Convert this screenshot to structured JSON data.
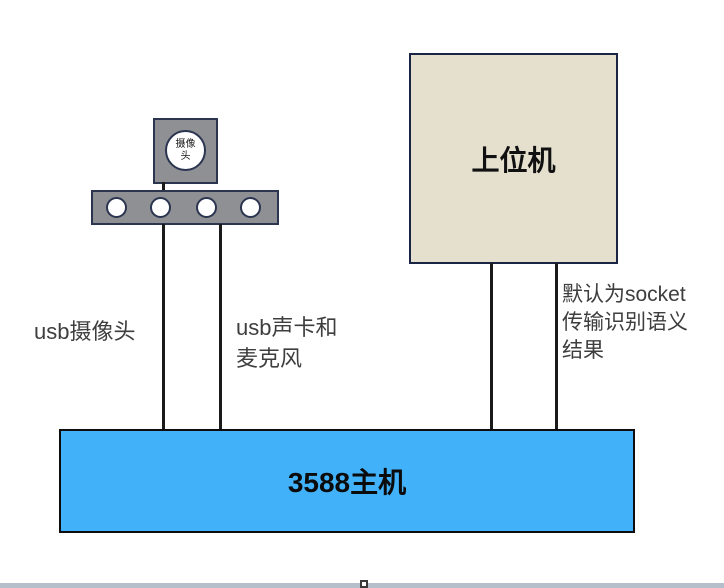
{
  "diagram": {
    "nodes": {
      "camera": {
        "label_line1": "摄像",
        "label_line2": "头",
        "fill": "#8e9094",
        "stroke": "#2b3550"
      },
      "usb_hub": {
        "ports": 4,
        "fill": "#8e9094",
        "stroke": "#2b3550"
      },
      "host": {
        "label": "上位机",
        "fill": "#e5dfcd",
        "stroke": "#1a2545"
      },
      "mainboard": {
        "label": "3588主机",
        "fill": "#41b2fa",
        "stroke": "#0d0d0d"
      }
    },
    "edge_labels": {
      "usb_camera": "usb摄像头",
      "usb_audio_line1": "usb声卡和",
      "usb_audio_line2": "麦克风",
      "socket_line1": "默认为socket",
      "socket_line2": "传输识别语义",
      "socket_line3": "结果"
    },
    "line_color": "#1a1a1a",
    "label_text_color": "#3e3e3e"
  },
  "scrollbar": {
    "track_color": "#b5bfcb"
  }
}
